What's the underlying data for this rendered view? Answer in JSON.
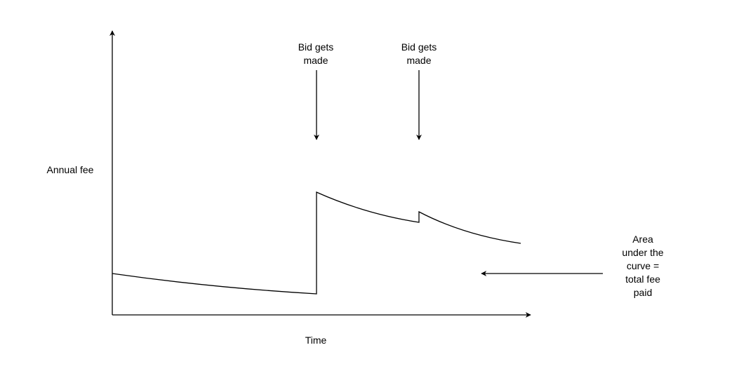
{
  "labels": {
    "y_axis": "Annual fee",
    "x_axis": "Time",
    "bid_1": [
      "Bid gets",
      "made"
    ],
    "bid_2": [
      "Bid gets",
      "made"
    ],
    "area_note": [
      "Area",
      "under the",
      "curve =",
      "total fee",
      "paid"
    ]
  },
  "colors": {
    "stroke": "#000000",
    "background": "#ffffff"
  }
}
